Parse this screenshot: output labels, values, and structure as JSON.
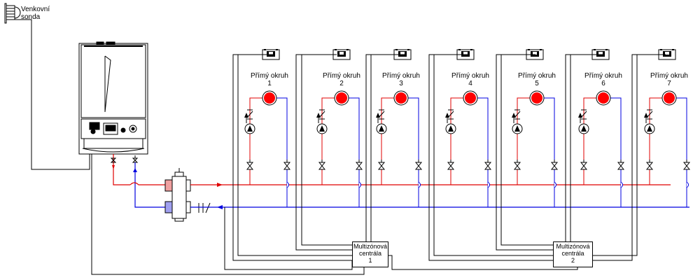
{
  "outdoor_sensor": {
    "line1": "Venkovní",
    "line2": "sonda"
  },
  "circuits": [
    {
      "title": "Přímý okruh",
      "number": "1"
    },
    {
      "title": "Přímý okruh",
      "number": "2"
    },
    {
      "title": "Přímý okruh",
      "number": "3"
    },
    {
      "title": "Přímý okruh",
      "number": "4"
    },
    {
      "title": "Přímý okruh",
      "number": "5"
    },
    {
      "title": "Přímý okruh",
      "number": "6"
    },
    {
      "title": "Přímý okruh",
      "number": "7"
    }
  ],
  "zone_controllers": [
    {
      "line1": "Multizónová",
      "line2": "centrála",
      "line3": "1"
    },
    {
      "line1": "Multizónová",
      "line2": "centrála",
      "line3": "2"
    }
  ],
  "colors": {
    "supply": "#e00000",
    "return": "#0000e0",
    "heater": "#ff0000",
    "wiring": "#000000"
  }
}
